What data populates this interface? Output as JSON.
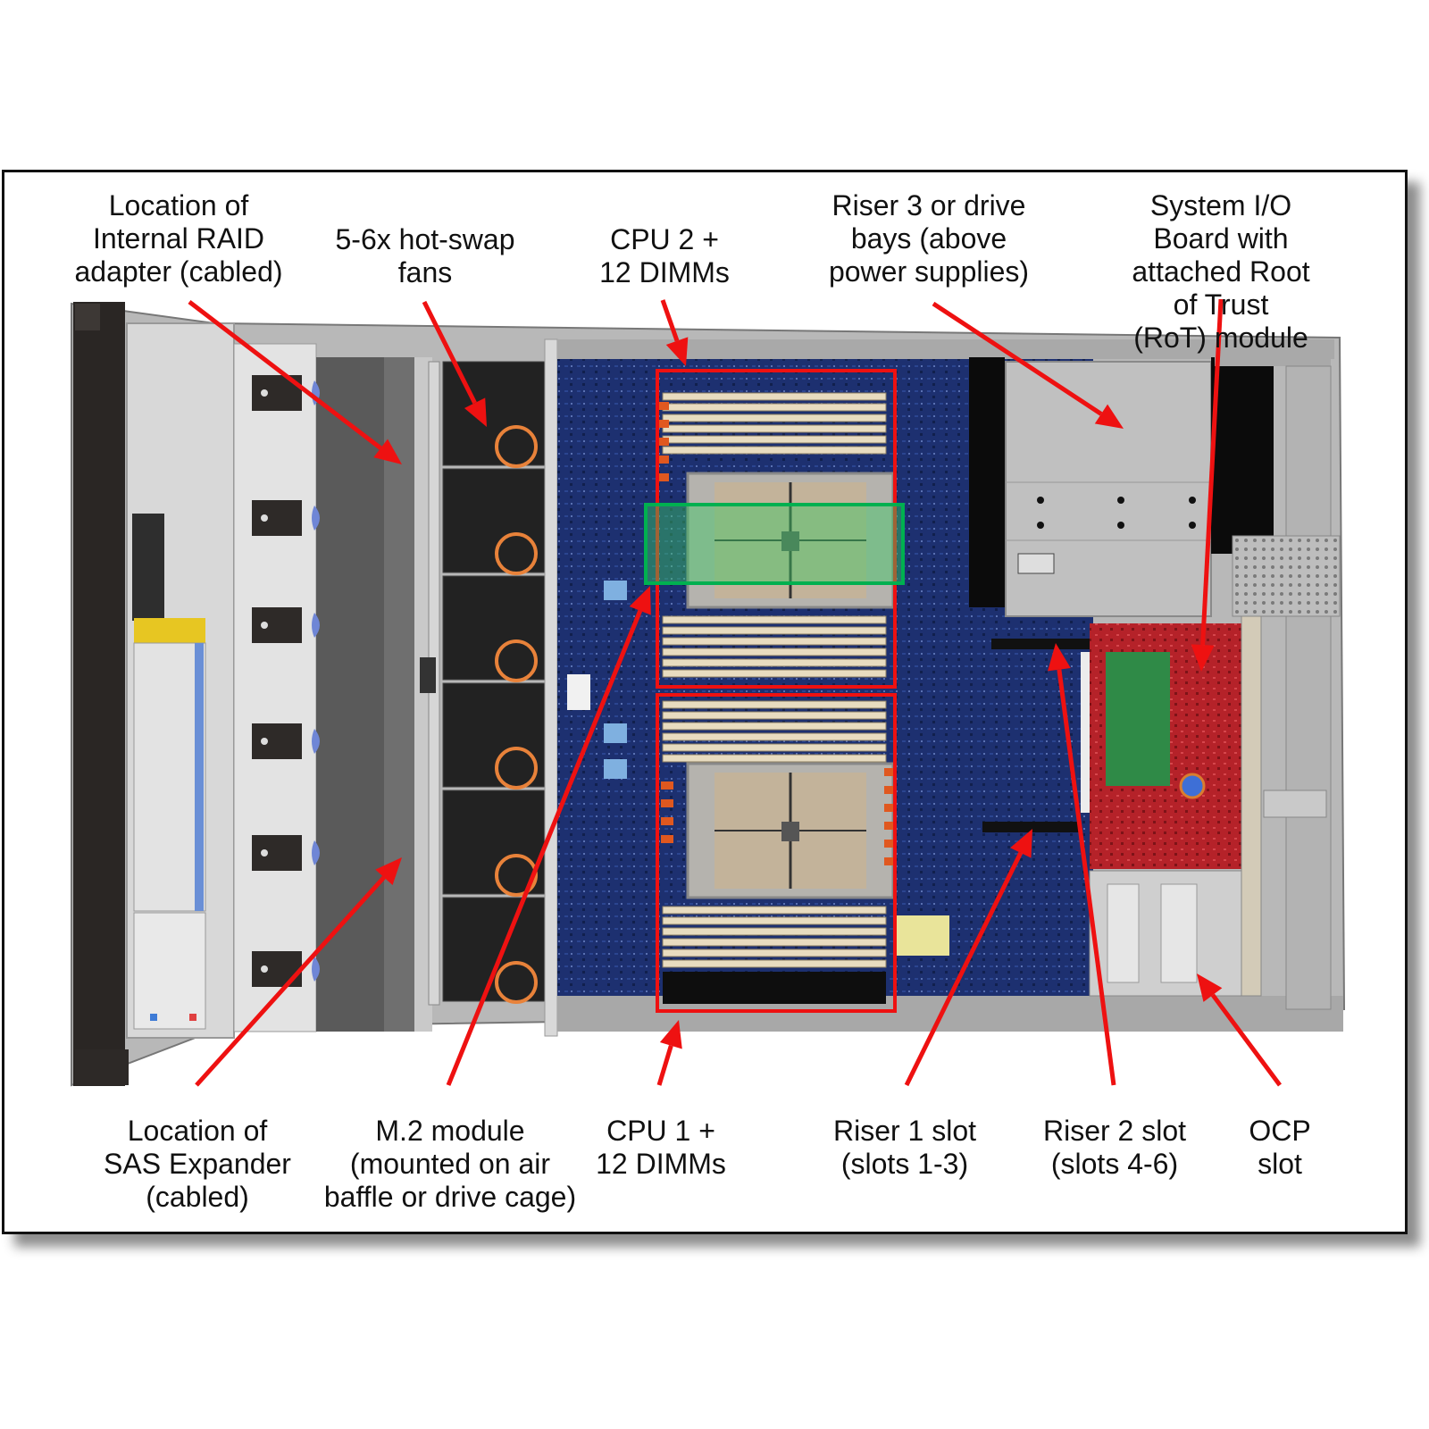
{
  "diagram": {
    "subject": "Server chassis internal component locations",
    "top_labels": [
      {
        "id": "raid",
        "text": "Location of\nInternal RAID\nadapter (cabled)"
      },
      {
        "id": "fans",
        "text": "5-6x hot-swap\nfans"
      },
      {
        "id": "cpu2",
        "text": "CPU 2 +\n12 DIMMs"
      },
      {
        "id": "riser3",
        "text": "Riser 3 or drive\nbays (above\npower supplies)"
      },
      {
        "id": "sysio",
        "text": "System I/O Board with\nattached Root of Trust\n(RoT) module"
      }
    ],
    "bottom_labels": [
      {
        "id": "sas",
        "text": "Location of\nSAS Expander\n(cabled)"
      },
      {
        "id": "m2",
        "text": "M.2 module\n(mounted on air\nbaffle or drive cage)"
      },
      {
        "id": "cpu1",
        "text": "CPU 1 +\n12 DIMMs"
      },
      {
        "id": "riser1",
        "text": "Riser 1 slot\n(slots 1-3)"
      },
      {
        "id": "riser2",
        "text": "Riser 2 slot\n(slots 4-6)"
      },
      {
        "id": "ocp",
        "text": "OCP\nslot"
      }
    ],
    "highlights": [
      {
        "id": "cpu2-region",
        "color": "#ee1111"
      },
      {
        "id": "cpu1-region",
        "color": "#ee1111"
      },
      {
        "id": "m2-region",
        "color": "#00b050"
      }
    ],
    "colors": {
      "callout": "#ee1111",
      "highlight_green": "#00b050",
      "motherboard": "#1c2f6b",
      "io_board": "#b8232b",
      "dimm_slot": "#e8dcc0",
      "fan_ring": "#e8823a"
    },
    "counts": {
      "fans": 6,
      "dimms_per_cpu": 12
    }
  }
}
